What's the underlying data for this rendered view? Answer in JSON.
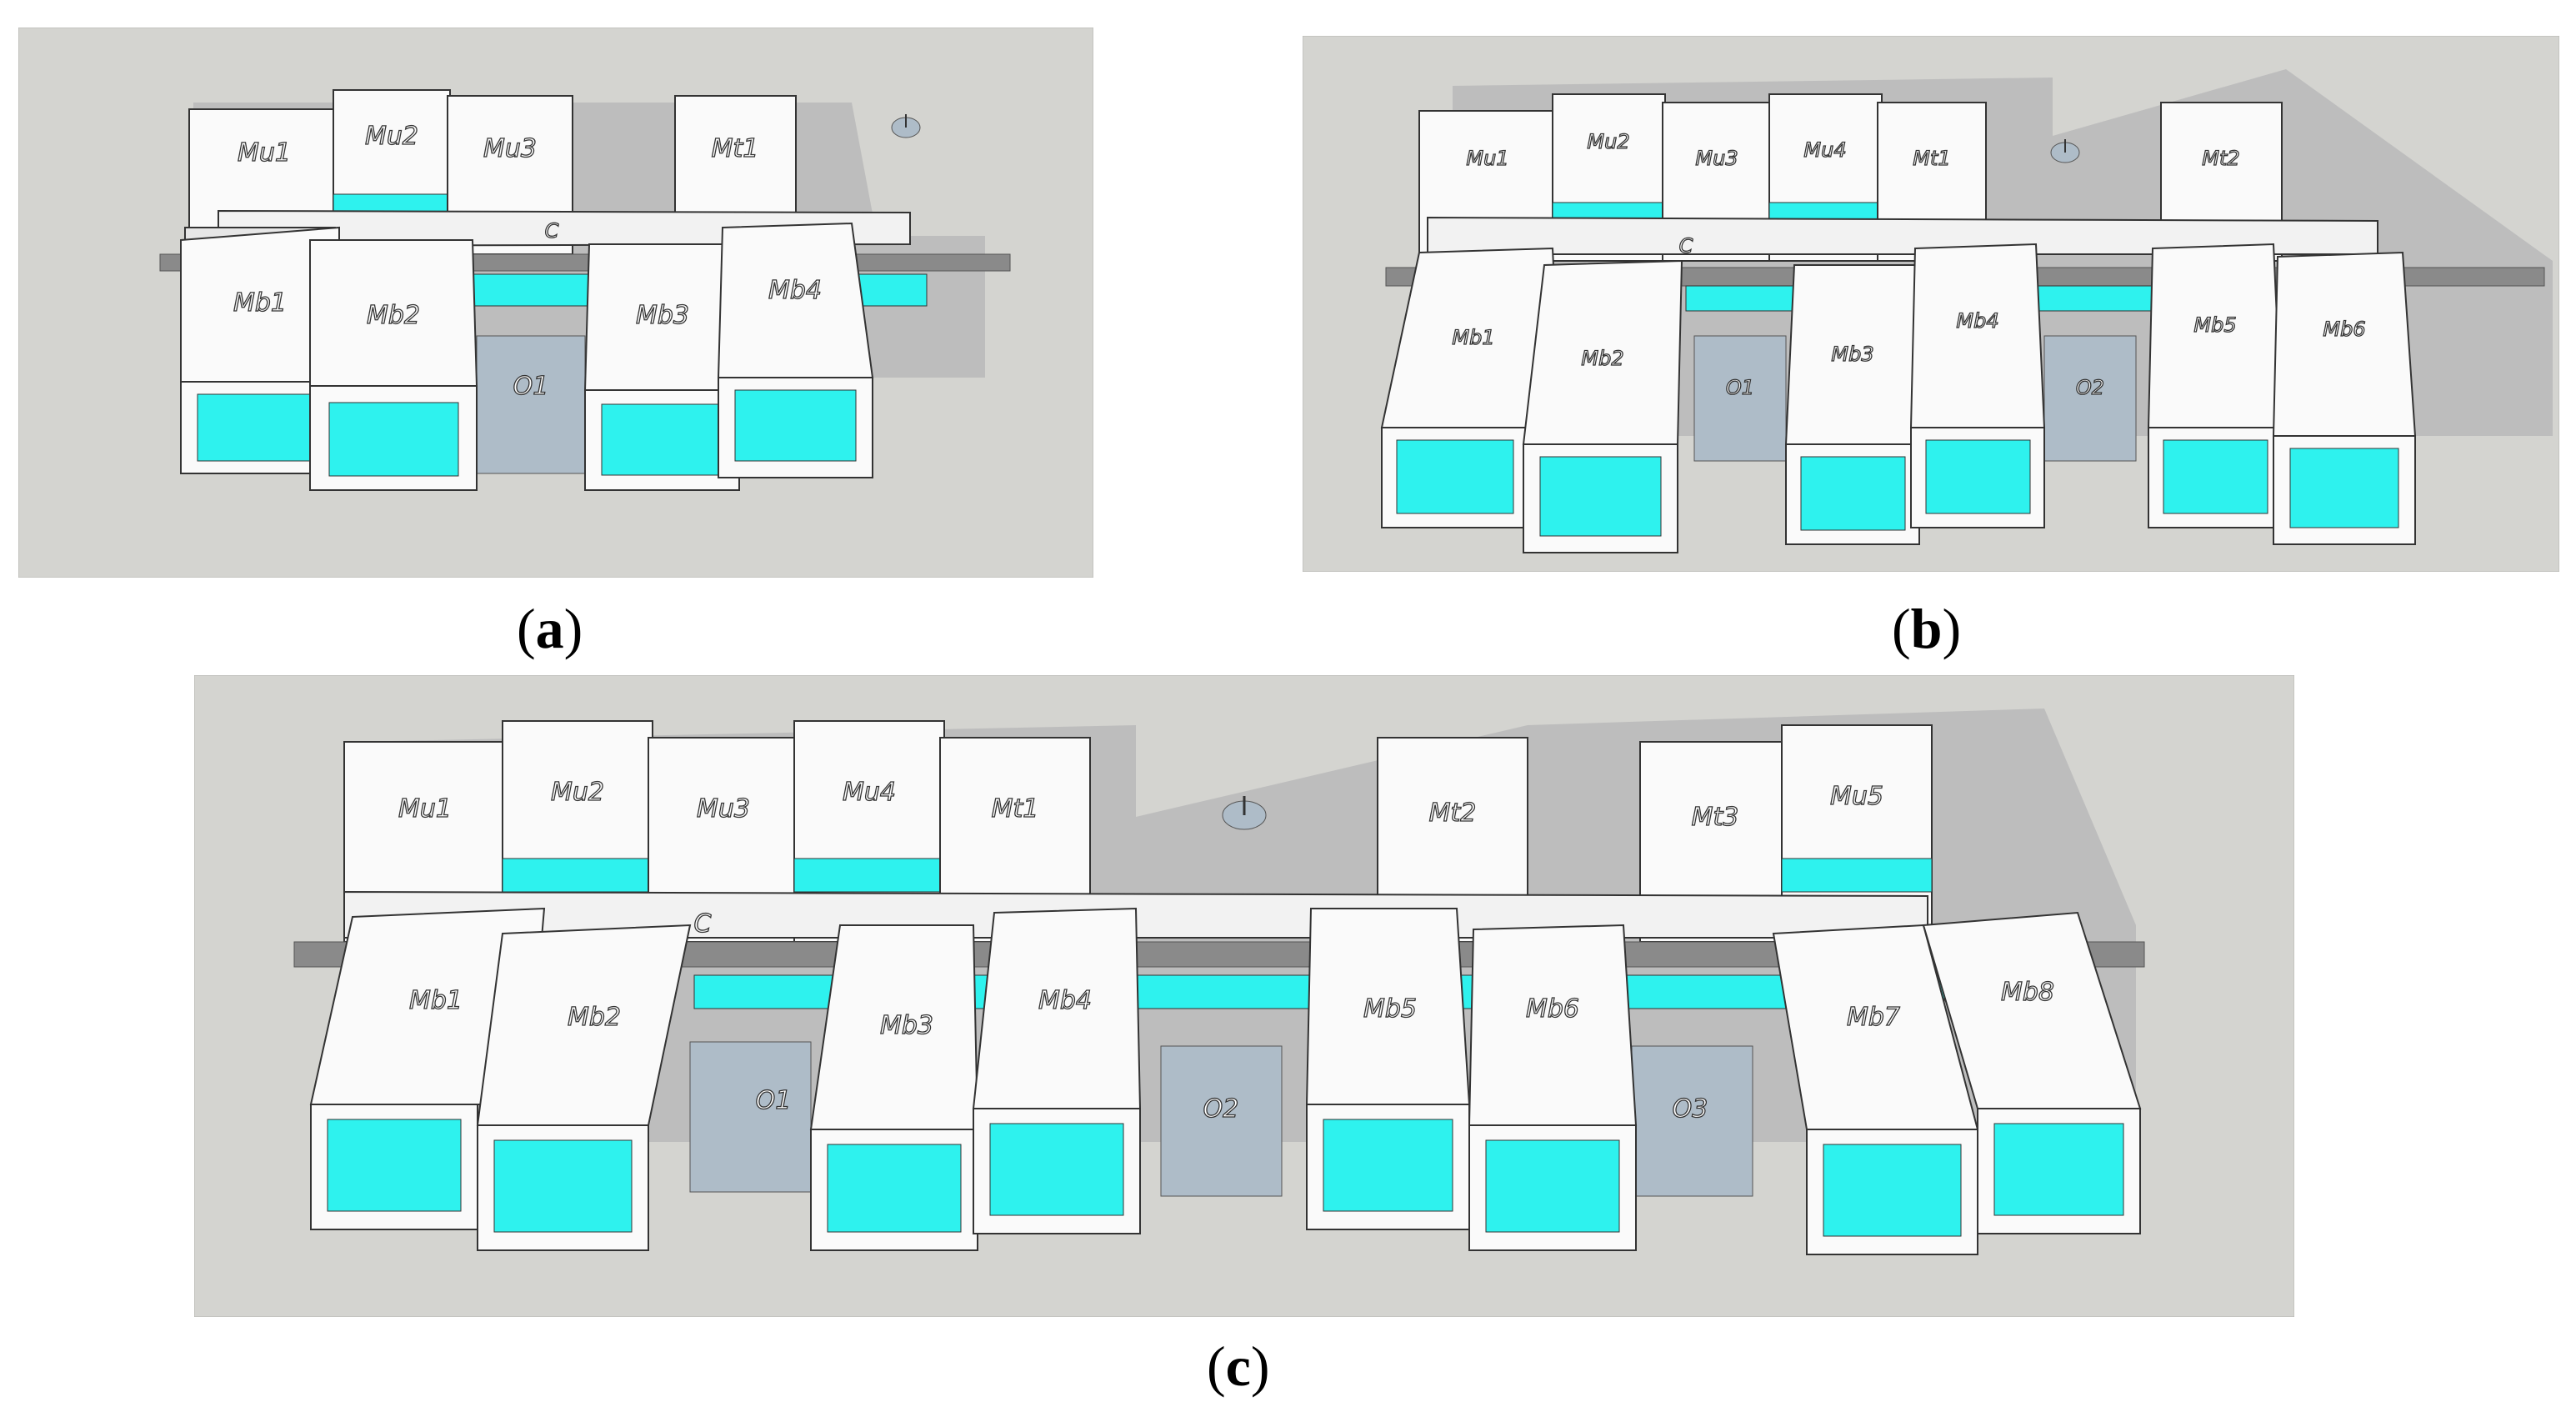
{
  "figure": {
    "panels": [
      {
        "id": "a",
        "caption": "a",
        "labels": {
          "upper_modules": [
            "Mu1",
            "Mu2",
            "Mu3"
          ],
          "transfer_modules": [
            "Mt1"
          ],
          "bottom_modules": [
            "Mb1",
            "Mb2",
            "Mb3",
            "Mb4"
          ],
          "openings": [
            "O1"
          ],
          "conveyor": "C"
        }
      },
      {
        "id": "b",
        "caption": "b",
        "labels": {
          "upper_modules": [
            "Mu1",
            "Mu2",
            "Mu3",
            "Mu4"
          ],
          "transfer_modules": [
            "Mt1",
            "Mt2"
          ],
          "bottom_modules": [
            "Mb1",
            "Mb2",
            "Mb3",
            "Mb4",
            "Mb5",
            "Mb6"
          ],
          "openings": [
            "O1",
            "O2"
          ],
          "conveyor": "C"
        }
      },
      {
        "id": "c",
        "caption": "c",
        "labels": {
          "upper_modules": [
            "Mu1",
            "Mu2",
            "Mu3",
            "Mu4",
            "Mu5"
          ],
          "transfer_modules": [
            "Mt1",
            "Mt2",
            "Mt3"
          ],
          "bottom_modules": [
            "Mb1",
            "Mb2",
            "Mb3",
            "Mb4",
            "Mb5",
            "Mb6",
            "Mb7",
            "Mb8"
          ],
          "openings": [
            "O1",
            "O2",
            "O3"
          ],
          "conveyor": "C"
        }
      }
    ],
    "colors": {
      "background": "#d4d4d0",
      "module_face": "#fafafa",
      "module_edge": "#333333",
      "module_side": "#e6e6e6",
      "shadow": "#bdbdbd",
      "accent_cyan": "#2ef2ee",
      "opening": "#aebcc8",
      "rail": "#8a8a8a"
    },
    "icons": [
      "power-button-icon"
    ]
  }
}
